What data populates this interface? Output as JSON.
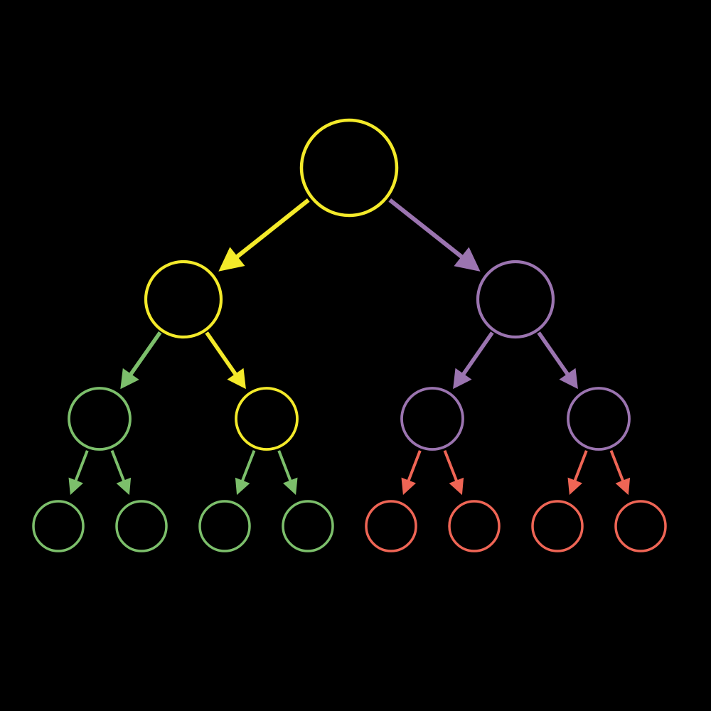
{
  "diagram": {
    "type": "binary-tree",
    "background": "#000000",
    "palette": {
      "yellow": "#f4ea2a",
      "purple": "#9b74b0",
      "green": "#7cbf6b",
      "red": "#ef6555"
    },
    "nodes": [
      {
        "id": "n0",
        "level": 0,
        "color": "yellow"
      },
      {
        "id": "n1",
        "level": 1,
        "color": "yellow"
      },
      {
        "id": "n2",
        "level": 1,
        "color": "purple"
      },
      {
        "id": "n3",
        "level": 2,
        "color": "green"
      },
      {
        "id": "n4",
        "level": 2,
        "color": "yellow"
      },
      {
        "id": "n5",
        "level": 2,
        "color": "purple"
      },
      {
        "id": "n6",
        "level": 2,
        "color": "purple"
      },
      {
        "id": "n7",
        "level": 3,
        "color": "green"
      },
      {
        "id": "n8",
        "level": 3,
        "color": "green"
      },
      {
        "id": "n9",
        "level": 3,
        "color": "green"
      },
      {
        "id": "n10",
        "level": 3,
        "color": "green"
      },
      {
        "id": "n11",
        "level": 3,
        "color": "red"
      },
      {
        "id": "n12",
        "level": 3,
        "color": "red"
      },
      {
        "id": "n13",
        "level": 3,
        "color": "red"
      },
      {
        "id": "n14",
        "level": 3,
        "color": "red"
      }
    ],
    "edges": [
      {
        "from": "n0",
        "to": "n1",
        "color": "yellow"
      },
      {
        "from": "n0",
        "to": "n2",
        "color": "purple"
      },
      {
        "from": "n1",
        "to": "n3",
        "color": "green"
      },
      {
        "from": "n1",
        "to": "n4",
        "color": "yellow"
      },
      {
        "from": "n2",
        "to": "n5",
        "color": "purple"
      },
      {
        "from": "n2",
        "to": "n6",
        "color": "purple"
      },
      {
        "from": "n3",
        "to": "n7",
        "color": "green"
      },
      {
        "from": "n3",
        "to": "n8",
        "color": "green"
      },
      {
        "from": "n4",
        "to": "n9",
        "color": "green"
      },
      {
        "from": "n4",
        "to": "n10",
        "color": "green"
      },
      {
        "from": "n5",
        "to": "n11",
        "color": "red"
      },
      {
        "from": "n5",
        "to": "n12",
        "color": "red"
      },
      {
        "from": "n6",
        "to": "n13",
        "color": "red"
      },
      {
        "from": "n6",
        "to": "n14",
        "color": "red"
      }
    ]
  }
}
